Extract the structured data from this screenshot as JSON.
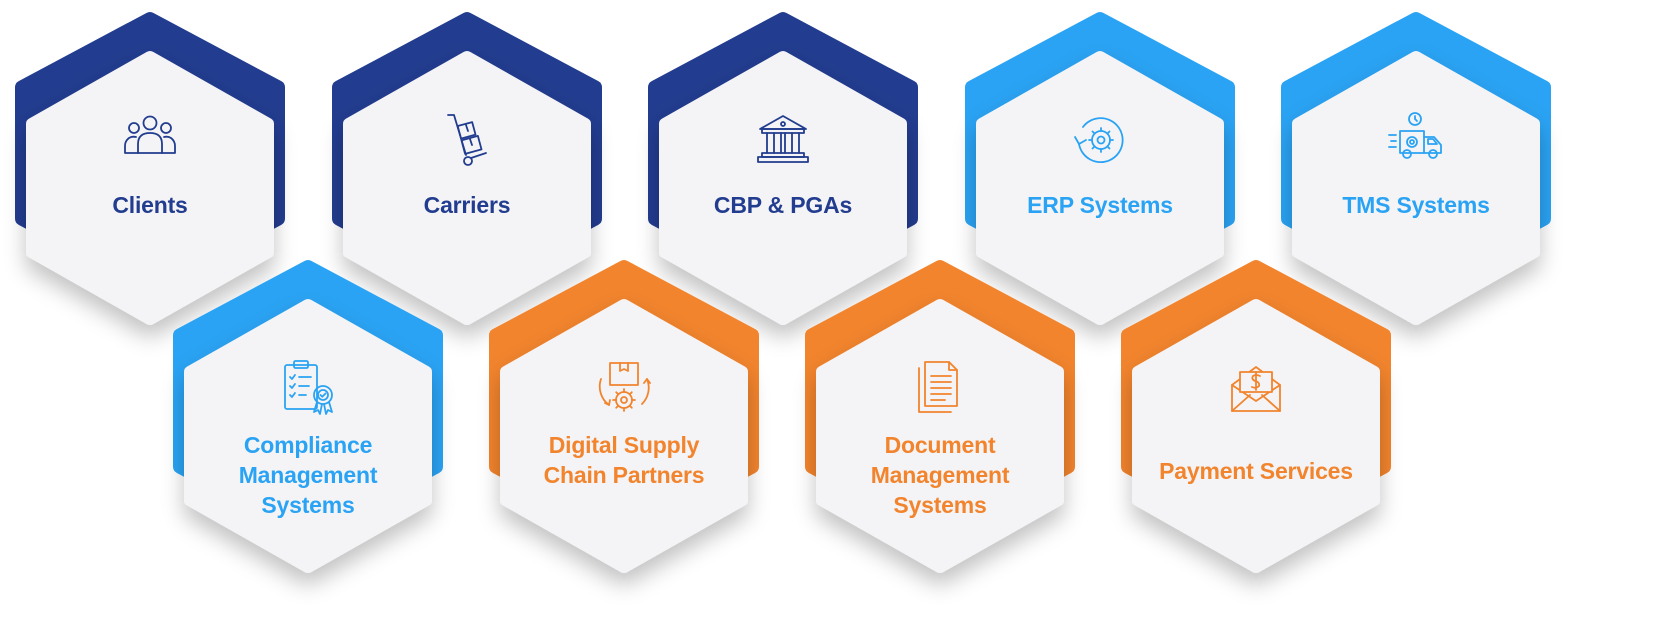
{
  "colors": {
    "navy": "#223c8f",
    "sky": "#2aa3f4",
    "orange": "#f2842d",
    "face": "#f4f4f6"
  },
  "nodes": [
    {
      "id": "clients",
      "label": "Clients",
      "icon": "people-icon",
      "color": "navy"
    },
    {
      "id": "carriers",
      "label": "Carriers",
      "icon": "hand-truck-icon",
      "color": "navy"
    },
    {
      "id": "cbp-pgas",
      "label": "CBP & PGAs",
      "icon": "government-building-icon",
      "color": "navy"
    },
    {
      "id": "erp-systems",
      "label": "ERP Systems",
      "icon": "gear-cycle-icon",
      "color": "sky"
    },
    {
      "id": "tms-systems",
      "label": "TMS Systems",
      "icon": "delivery-truck-icon",
      "color": "sky"
    },
    {
      "id": "compliance-management-systems",
      "label": "Compliance\nManagement\nSystems",
      "icon": "clipboard-certificate-icon",
      "color": "sky"
    },
    {
      "id": "digital-supply-chain-partners",
      "label": "Digital Supply\nChain Partners",
      "icon": "box-gear-icon",
      "color": "orange"
    },
    {
      "id": "document-management-systems",
      "label": "Document\nManagement\nSystems",
      "icon": "document-icon",
      "color": "orange"
    },
    {
      "id": "payment-services",
      "label": "Payment Services",
      "icon": "money-envelope-icon",
      "color": "orange"
    }
  ]
}
